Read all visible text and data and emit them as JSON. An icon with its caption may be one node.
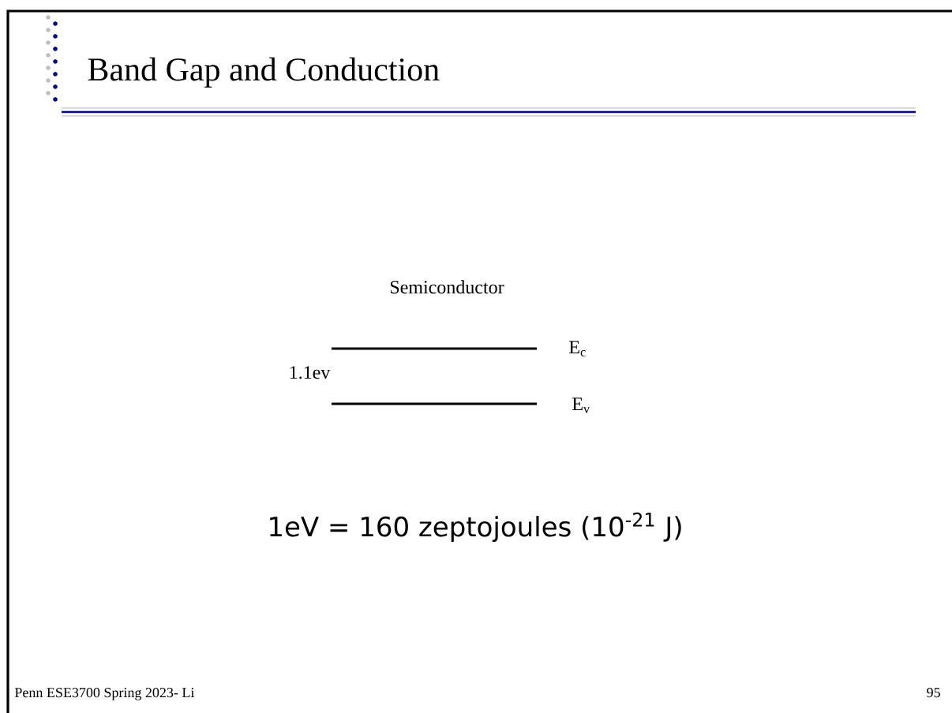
{
  "diagram": {
    "title": "Band Gap and Conduction",
    "labels": [
      "Semiconductor",
      "E$_{c}$",
      "1.1ev",
      "E$_{v}$",
      "1eV = 160 zeptojoules (10$^{-21}$ J)",
      "Penn ESE3700 Spring 2023- Li",
      "95"
    ]
  }
}
